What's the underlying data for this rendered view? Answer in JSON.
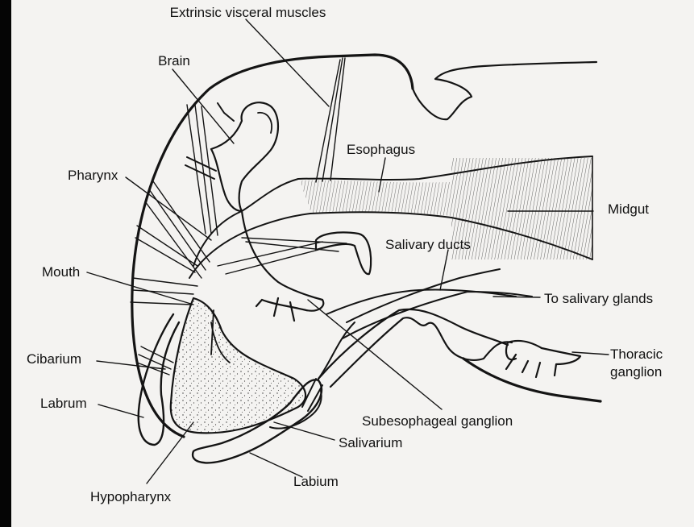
{
  "labels": {
    "extrinsic_visceral_muscles": "Extrinsic visceral muscles",
    "brain": "Brain",
    "esophagus": "Esophagus",
    "pharynx": "Pharynx",
    "midgut": "Midgut",
    "salivary_ducts": "Salivary ducts",
    "mouth": "Mouth",
    "to_salivary_glands": "To salivary glands",
    "cibarium": "Cibarium",
    "thoracic_ganglion_line1": "Thoracic",
    "thoracic_ganglion_line2": "ganglion",
    "labrum": "Labrum",
    "subesophageal_ganglion": "Subesophageal ganglion",
    "salivarium": "Salivarium",
    "labium": "Labium",
    "hypopharynx": "Hypopharynx"
  },
  "colors": {
    "line": "#141414",
    "background": "#f4f3f1",
    "edge": "#050505"
  }
}
